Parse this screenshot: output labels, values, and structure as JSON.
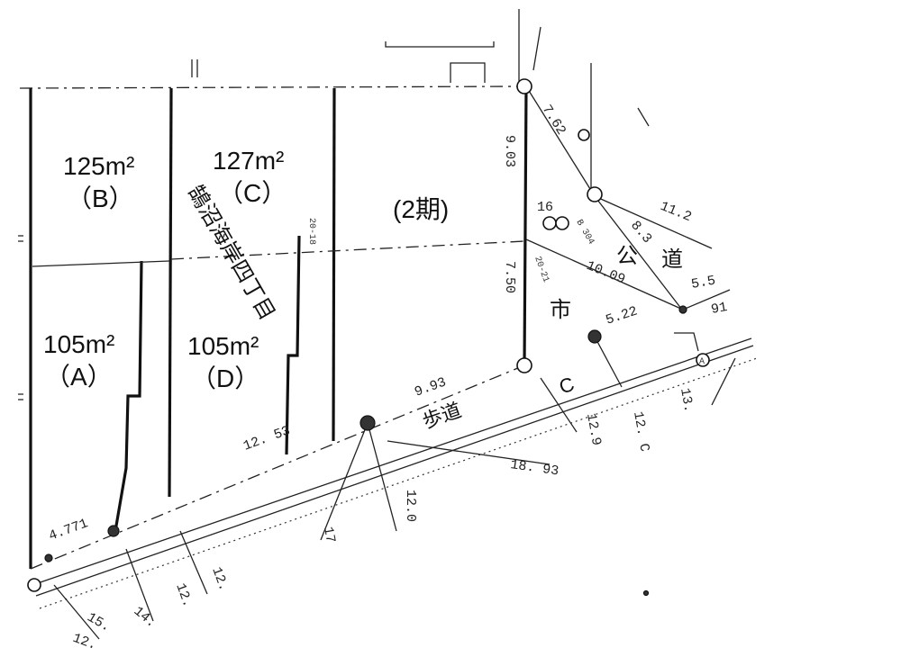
{
  "lots": [
    {
      "id": "B",
      "area": "125m²",
      "label": "（B）"
    },
    {
      "id": "C",
      "area": "127m²",
      "label": "（C）"
    },
    {
      "id": "A",
      "area": "105m²",
      "label": "（A）"
    },
    {
      "id": "D",
      "area": "105m²",
      "label": "（D）"
    }
  ],
  "phase2_label": "(2期)",
  "vertical_place_name": "鵠沼海岸四丁目",
  "road_labels": {
    "public_road_ko": "公",
    "public_road_do": "道",
    "city": "市",
    "sidewalk": "歩道"
  },
  "dimensions": {
    "d_762": "7.62",
    "d_903": "9.03",
    "d_750": "7.50",
    "d_112": "11.2",
    "d_83": "8.3",
    "d_1009": "10.09",
    "d_55": "5.5",
    "d_91": "91",
    "d_522": "5.22",
    "d_993": "9.93",
    "d_12s3": "12. 53",
    "d_1893": "18. 93",
    "d_120": "12.0",
    "d_129": "12.9",
    "d_12c": "12. C",
    "d_13": "13.",
    "d_12b": "12.",
    "d_12c2": "12.",
    "d_14": "14.",
    "d_15": "15.",
    "d_12d": "12.",
    "d_4771": "4.771",
    "d_17": "17"
  },
  "small_labels": {
    "n_2018": "20-18",
    "n_2021": "20-21",
    "n_16": "16",
    "n_b304": "B 304",
    "n_a": "A",
    "n_c": "C"
  }
}
